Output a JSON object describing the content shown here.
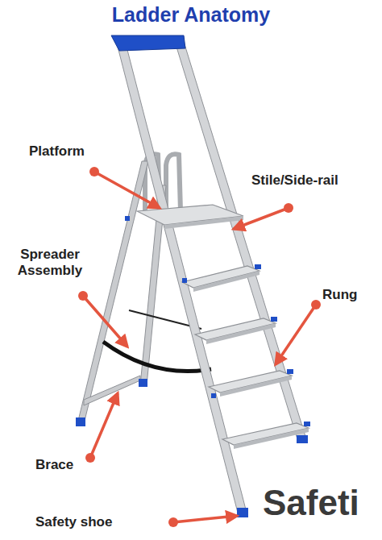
{
  "diagram": {
    "title": "Ladder Anatomy",
    "labels": [
      "Platform",
      "Stile/Side-rail",
      "Spreader Assembly",
      "Rung",
      "Brace",
      "Safety shoe",
      "Safeti"
    ]
  }
}
